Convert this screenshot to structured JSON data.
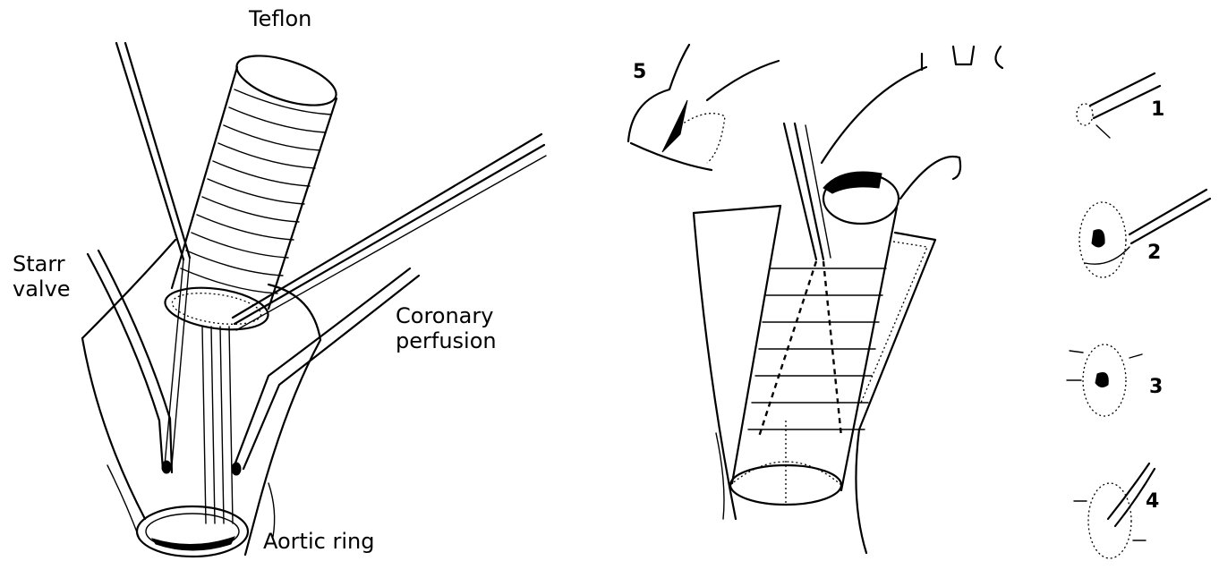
{
  "labels": {
    "teflon": "Teflon",
    "starr_valve_line1": "Starr",
    "starr_valve_line2": "valve",
    "coronary_line1": "Coronary",
    "coronary_line2": "perfusion",
    "aortic_ring": "Aortic ring"
  },
  "step_numbers": [
    "5",
    "1",
    "2",
    "3",
    "4"
  ],
  "colors": {
    "ink": "#000000",
    "background": "#ffffff"
  }
}
